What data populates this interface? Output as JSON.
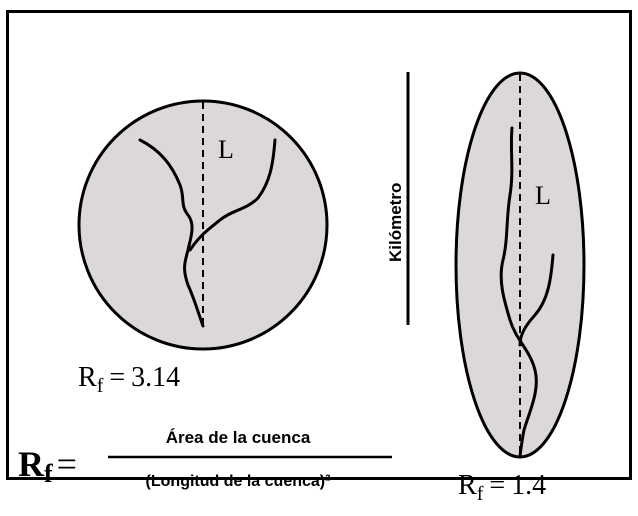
{
  "labels": {
    "length_symbol": "L",
    "scale_label": "Kilómetro",
    "rf_symbol": "R",
    "rf_subscript": "f",
    "equals": "=",
    "circle_rf_value": "3.14",
    "ellipse_rf_value": "1.4",
    "formula_numerator": "Área de la cuenca",
    "formula_denominator": "(Longitud de la cuenca)²"
  },
  "colors": {
    "basin_fill": "#dcd7db",
    "stroke": "#000000"
  }
}
